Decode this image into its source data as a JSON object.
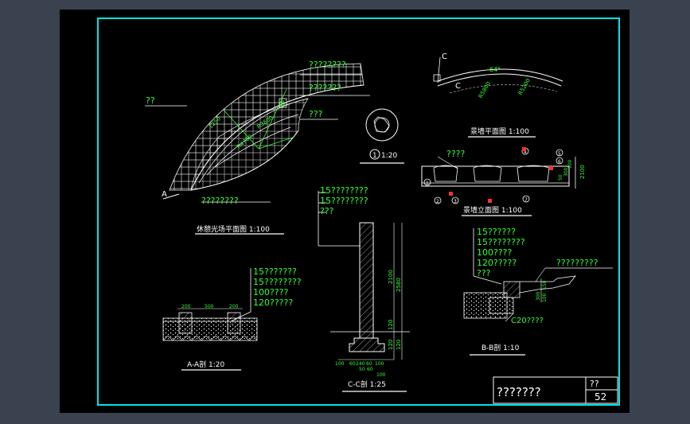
{
  "colors": {
    "background": "#000000",
    "outer_frame": "#00e5e5",
    "line": "#ffffff",
    "text_green": "#33ff33",
    "dimension": "#66ff66",
    "marker_red": "#ff3030",
    "window_bg": "#3a4250"
  },
  "plaza_plan": {
    "title": "休憩光场平面图 1:100",
    "labels": [
      "????????",
      "???????",
      "???",
      "????????"
    ],
    "left_label": "??",
    "section_a": "A",
    "section_b": "B",
    "dims": [
      "1250",
      "R4700",
      "R3600"
    ]
  },
  "wall_plan": {
    "title": "景墙平面图 1:100",
    "section_c_top": "C",
    "section_c_bottom": "C",
    "angle": "64°",
    "dims": [
      "R5800",
      "R5200"
    ]
  },
  "detail_symbol": {
    "number": "1",
    "scale": "1:20"
  },
  "wall_elevation": {
    "title": "景墙立面图 1:100",
    "label": "????",
    "dims": [
      "2100",
      "300",
      "50",
      "100"
    ],
    "axis_markers": [
      "1",
      "2",
      "3",
      "4",
      "5",
      "6",
      "7"
    ]
  },
  "section_cc": {
    "title": "C-C剖 1:25",
    "labels": [
      "15????????",
      "15????????",
      "???"
    ],
    "dims_vertical": [
      "2100",
      "2580",
      "120",
      "120",
      "120"
    ],
    "dims_bottom": [
      "100",
      "60",
      "240",
      "60",
      "100",
      "50",
      "60",
      "100"
    ]
  },
  "section_aa": {
    "title": "A-A剖 1:20",
    "labels": [
      "15???????",
      "15????????",
      "100????",
      "120?????"
    ],
    "dims": [
      "200",
      "500",
      "200"
    ]
  },
  "section_bb": {
    "title": "B-B剖 1:10",
    "labels": [
      "15??????",
      "15????????",
      "100????",
      "120?????",
      "???"
    ],
    "right_label": "?????????",
    "bottom_label": "C20????",
    "dims": [
      "300",
      "150",
      "100"
    ]
  },
  "title_block": {
    "drawing_name": "???????",
    "code_label": "??",
    "number": "52"
  }
}
